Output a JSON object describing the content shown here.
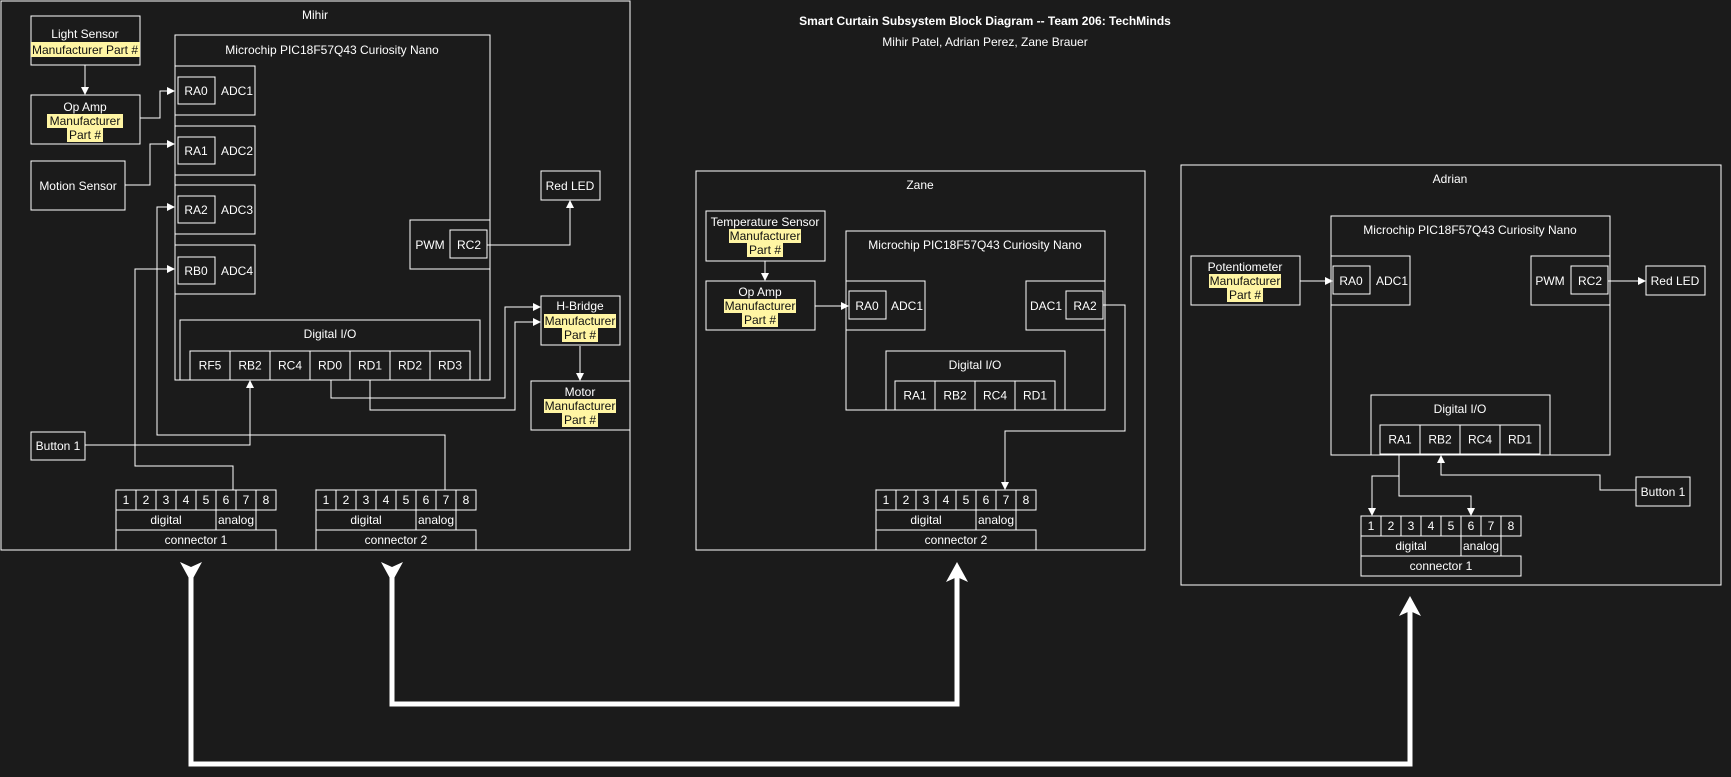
{
  "title": "Smart Curtain Subsystem Block Diagram -- Team 206: TechMinds",
  "subtitle": "Mihir Patel, Adrian Perez, Zane Brauer",
  "mihir": {
    "label": "Mihir",
    "mcu": "Microchip PIC18F57Q43 Curiosity Nano",
    "light_sensor": "Light Sensor",
    "light_sensor_part": "Manufacturer Part #",
    "op_amp": "Op Amp",
    "op_amp_part1": "Manufacturer",
    "op_amp_part2": "Part #",
    "motion_sensor": "Motion Sensor",
    "button": "Button 1",
    "pins": [
      {
        "pin": "RA0",
        "fn": "ADC1"
      },
      {
        "pin": "RA1",
        "fn": "ADC2"
      },
      {
        "pin": "RA2",
        "fn": "ADC3"
      },
      {
        "pin": "RB0",
        "fn": "ADC4"
      }
    ],
    "pwm": "PWM",
    "rc2": "RC2",
    "red_led": "Red LED",
    "hbridge": "H-Bridge",
    "hbridge_part1": "Manufacturer",
    "hbridge_part2": "Part #",
    "motor": "Motor",
    "motor_part1": "Manufacturer",
    "motor_part2": "Part #",
    "digital_io": "Digital I/O",
    "dio_pins": [
      "RF5",
      "RB2",
      "RC4",
      "RD0",
      "RD1",
      "RD2",
      "RD3"
    ],
    "connector1": "connector 1",
    "connector2": "connector 2"
  },
  "zane": {
    "label": "Zane",
    "mcu": "Microchip PIC18F57Q43 Curiosity Nano",
    "temp_sensor": "Temperature Sensor",
    "temp_part1": "Manufacturer",
    "temp_part2": "Part #",
    "op_amp": "Op Amp",
    "op_amp_part1": "Manufacturer",
    "op_amp_part2": "Part #",
    "ra0": "RA0",
    "adc1": "ADC1",
    "dac1": "DAC1",
    "ra2": "RA2",
    "digital_io": "Digital I/O",
    "dio_pins": [
      "RA1",
      "RB2",
      "RC4",
      "RD1"
    ],
    "connector": "connector 2"
  },
  "adrian": {
    "label": "Adrian",
    "mcu": "Microchip PIC18F57Q43 Curiosity Nano",
    "potentiometer": "Potentiometer",
    "pot_part1": "Manufacturer",
    "pot_part2": "Part #",
    "ra0": "RA0",
    "adc1": "ADC1",
    "pwm": "PWM",
    "rc2": "RC2",
    "red_led": "Red LED",
    "digital_io": "Digital I/O",
    "dio_pins": [
      "RA1",
      "RB2",
      "RC4",
      "RD1"
    ],
    "button": "Button 1",
    "connector": "connector 1"
  },
  "connector": {
    "numbers": [
      "1",
      "2",
      "3",
      "4",
      "5",
      "6",
      "7",
      "8"
    ],
    "digital": "digital",
    "analog": "analog"
  }
}
